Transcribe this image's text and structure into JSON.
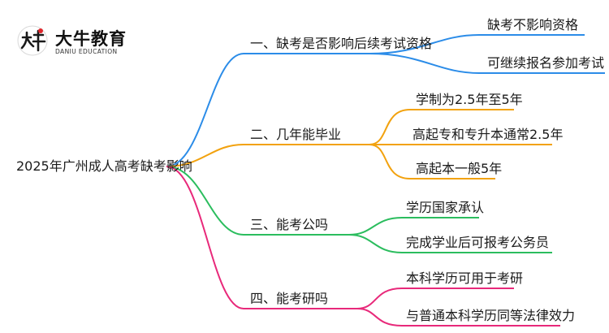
{
  "logo": {
    "name_cn": "大牛教育",
    "name_en": "DANIU EDUCATION"
  },
  "mindmap": {
    "root": "2025年广州成人高考缺考影响",
    "branches": [
      {
        "label": "一、缺考是否影响后续考试资格",
        "color": "#2b8ce8",
        "children": [
          "缺考不影响资格",
          "可继续报名参加考试"
        ]
      },
      {
        "label": "二、几年能毕业",
        "color": "#f2a20f",
        "children": [
          "学制为2.5年至5年",
          "高起专和专升本通常2.5年",
          "高起本一般5年"
        ]
      },
      {
        "label": "三、能考公吗",
        "color": "#2bbd5e",
        "children": [
          "学历国家承认",
          "完成学业后可报考公务员"
        ]
      },
      {
        "label": "四、能考研吗",
        "color": "#e8297a",
        "children": [
          "本科学历可用于考研",
          "与普通本科学历同等法律效力"
        ]
      }
    ]
  }
}
